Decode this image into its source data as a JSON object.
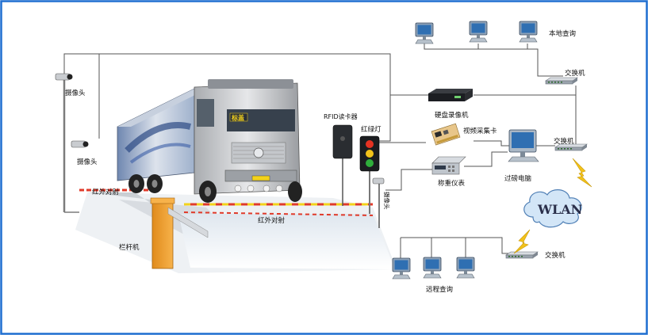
{
  "labels": {
    "camera_top": "摄像头",
    "camera_mid": "摄像头",
    "camera_right": "摄像头",
    "infrared_left": "红外对射",
    "infrared_mid": "红外对射",
    "barrier": "栏杆机",
    "rfid_reader": "RFID读卡器",
    "traffic_light": "红绿灯",
    "dvr": "硬盘录像机",
    "capture_card": "视频采集卡",
    "weighing_indicator": "称重仪表",
    "scale_pc": "过磅电脑",
    "local_query": "本地查询",
    "switch_top": "交换机",
    "switch_mid": "交换机",
    "switch_bottom": "交换机",
    "wlan": "WLAN",
    "remote_query": "远程查询",
    "truck_sign": "标盖"
  },
  "colors": {
    "frame_border": "#1f6fd1",
    "wire": "#555555",
    "barrier_orange": "#f0a030",
    "lightning": "#f2c21a",
    "cloud": "#cfe4f7",
    "infrared_red": "#e03a2a"
  }
}
